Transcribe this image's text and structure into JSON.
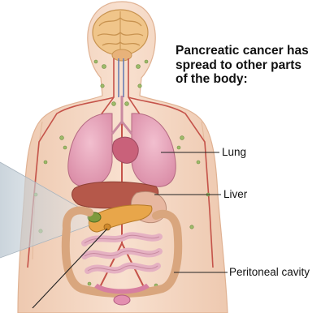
{
  "title": {
    "line1": "Pancreatic cancer has",
    "line2": "spread to other parts",
    "line3": "of the body:"
  },
  "labels": {
    "lung": "Lung",
    "liver": "Liver",
    "peritoneal_cavity": "Peritoneal cavity"
  }
}
